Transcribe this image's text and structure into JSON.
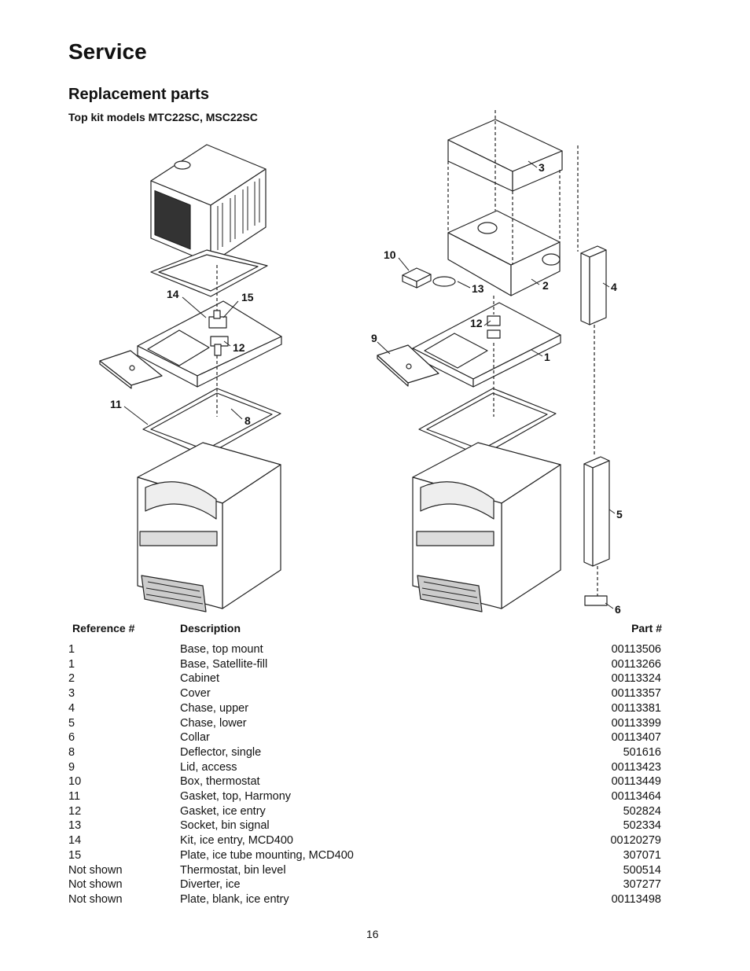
{
  "page": {
    "title": "Service",
    "subtitle": "Replacement parts",
    "caption": "Top kit models MTC22SC, MSC22SC",
    "page_number": "16"
  },
  "diagram": {
    "left_callouts": [
      "14",
      "15",
      "12",
      "11",
      "8"
    ],
    "right_callouts": [
      "3",
      "10",
      "13",
      "2",
      "4",
      "12",
      "9",
      "1",
      "5",
      "6"
    ]
  },
  "table": {
    "headers": {
      "ref": "Reference #",
      "desc": "Description",
      "part": "Part #"
    },
    "rows": [
      {
        "ref": "1",
        "desc": "Base, top mount",
        "part": "00113506"
      },
      {
        "ref": "1",
        "desc": "Base, Satellite-fill",
        "part": "00113266"
      },
      {
        "ref": "2",
        "desc": "Cabinet",
        "part": "00113324"
      },
      {
        "ref": "3",
        "desc": "Cover",
        "part": "00113357"
      },
      {
        "ref": "4",
        "desc": "Chase, upper",
        "part": "00113381"
      },
      {
        "ref": "5",
        "desc": "Chase, lower",
        "part": "00113399"
      },
      {
        "ref": "6",
        "desc": "Collar",
        "part": "00113407"
      },
      {
        "ref": "8",
        "desc": "Deflector, single",
        "part": "501616"
      },
      {
        "ref": "9",
        "desc": "Lid, access",
        "part": "00113423"
      },
      {
        "ref": "10",
        "desc": "Box, thermostat",
        "part": "00113449"
      },
      {
        "ref": "11",
        "desc": "Gasket, top, Harmony",
        "part": "00113464"
      },
      {
        "ref": "12",
        "desc": "Gasket, ice entry",
        "part": "502824"
      },
      {
        "ref": "13",
        "desc": "Socket, bin signal",
        "part": "502334"
      },
      {
        "ref": "14",
        "desc": "Kit, ice entry, MCD400",
        "part": "00120279"
      },
      {
        "ref": "15",
        "desc": "Plate, ice tube mounting, MCD400",
        "part": "307071"
      },
      {
        "ref": "Not shown",
        "desc": "Thermostat, bin level",
        "part": "500514"
      },
      {
        "ref": "Not shown",
        "desc": "Diverter, ice",
        "part": "307277"
      },
      {
        "ref": "Not shown",
        "desc": "Plate, blank, ice entry",
        "part": "00113498"
      }
    ]
  }
}
